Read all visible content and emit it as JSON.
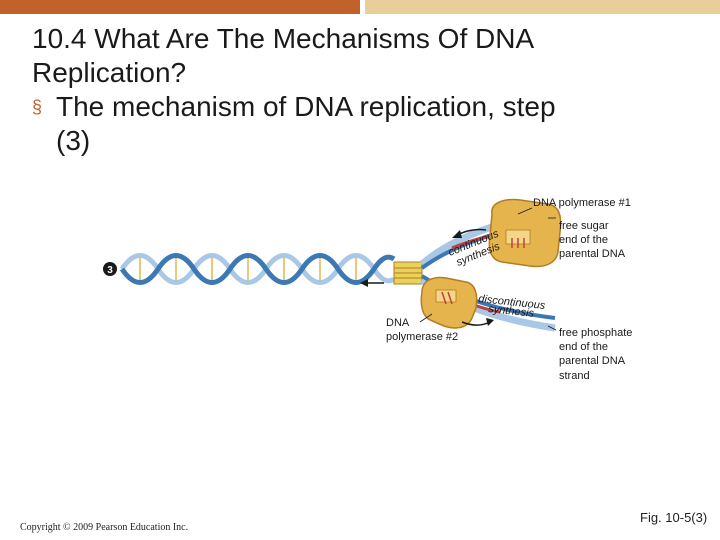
{
  "header": {
    "accent_dark": "#c0622a",
    "accent_light": "#e8cf9a"
  },
  "slide": {
    "title": "10.4 What Are The Mechanisms Of DNA Replication?",
    "bullet_marker": "§",
    "bullet": "The mechanism of DNA replication, step (3)"
  },
  "figure": {
    "step_number": "3",
    "labels": {
      "polymerase_1": "DNA polymerase #1",
      "free_sugar": [
        "free sugar",
        "end of the",
        "parental DNA"
      ],
      "polymerase_2": [
        "DNA",
        "polymerase #2"
      ],
      "free_phosphate": [
        "free phosphate",
        "end of the",
        "parental DNA",
        "strand"
      ],
      "continuous": [
        "continuous",
        "synthesis"
      ],
      "discontinuous": [
        "discontinuous",
        "synthesis"
      ]
    },
    "colors": {
      "strand_blue": "#3c78b4",
      "strand_light": "#a8c8e6",
      "enzyme_gold": "#e6b44c",
      "enzyme_dark": "#b47b22",
      "new_strand_red": "#c04040"
    }
  },
  "footer": {
    "copyright": "Copyright © 2009 Pearson Education Inc.",
    "fig_caption": "Fig. 10-5(3)"
  }
}
